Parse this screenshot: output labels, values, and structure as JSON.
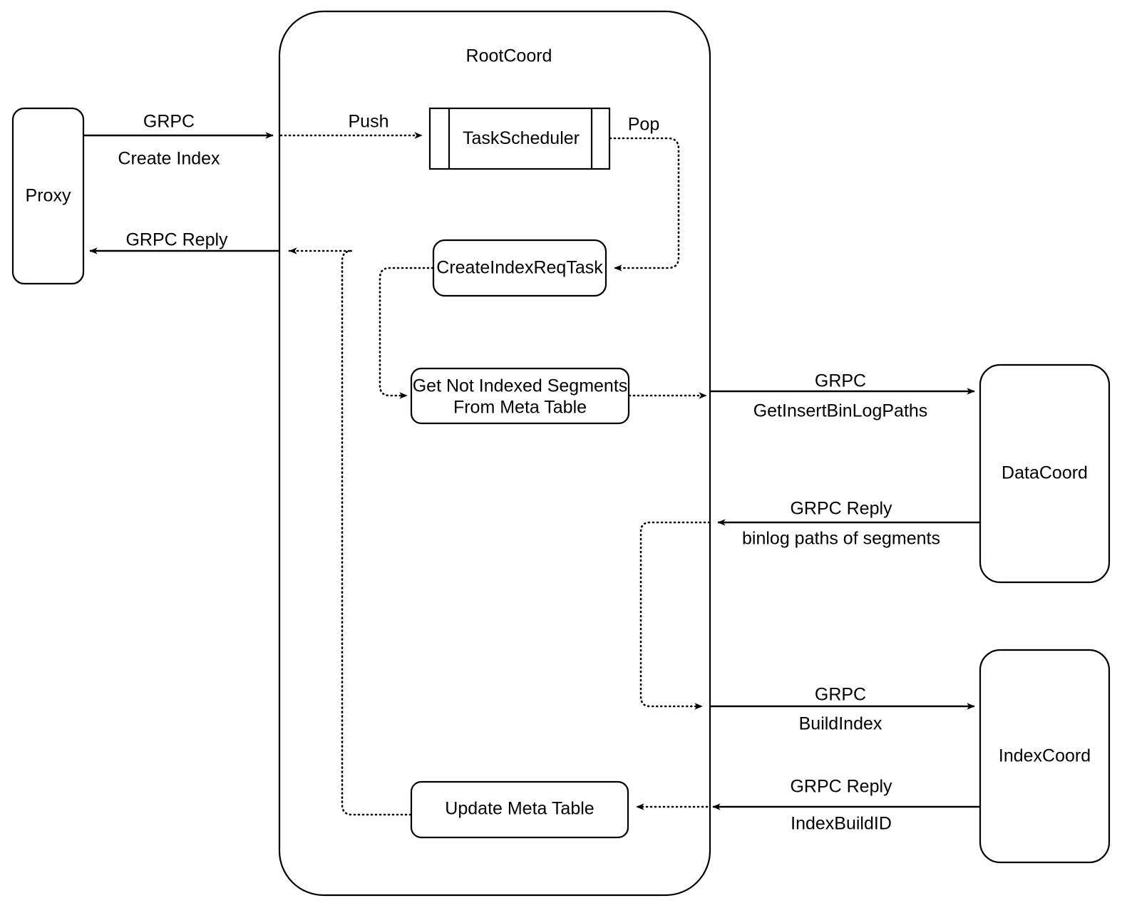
{
  "diagram": {
    "title": "Milvus CreateIndex Flow",
    "background": "#ffffff",
    "stroke_color": "#000000"
  },
  "containers": [
    {
      "id": "rootcoord",
      "label": "RootCoord"
    }
  ],
  "nodes": [
    {
      "id": "proxy",
      "label": "Proxy",
      "shape": "rounded-rect"
    },
    {
      "id": "taskscheduler",
      "label": "TaskScheduler",
      "shape": "queue"
    },
    {
      "id": "createindexreqtask",
      "label": "CreateIndexReqTask",
      "shape": "rounded-rect"
    },
    {
      "id": "getnotindexedsegments",
      "label": "Get Not Indexed Segments",
      "label_line2": "From Meta Table",
      "shape": "rounded-rect"
    },
    {
      "id": "updatemetatable",
      "label": "Update Meta Table",
      "shape": "rounded-rect"
    },
    {
      "id": "datacoord",
      "label": "DataCoord",
      "shape": "rounded-rect"
    },
    {
      "id": "indexcoord",
      "label": "IndexCoord",
      "shape": "rounded-rect"
    }
  ],
  "edges": [
    {
      "id": "proxy-to-rootcoord",
      "line": "solid",
      "label_top": "GRPC",
      "label_bottom": "Create Index"
    },
    {
      "id": "rootcoord-to-taskscheduler",
      "line": "dotted",
      "label_top": "Push"
    },
    {
      "id": "taskscheduler-to-createindexreqtask",
      "line": "dotted",
      "label_top": "Pop"
    },
    {
      "id": "createindexreqtask-to-getnotindexedsegments",
      "line": "dotted"
    },
    {
      "id": "getnotindexedsegments-to-datacoord",
      "line": "solid",
      "label_top": "GRPC",
      "label_bottom": "GetInsertBinLogPaths"
    },
    {
      "id": "datacoord-reply",
      "line": "solid",
      "label_top": "GRPC Reply",
      "label_bottom": "binlog paths of segments"
    },
    {
      "id": "rootcoord-to-indexcoord",
      "line": "solid",
      "label_top": "GRPC",
      "label_bottom": "BuildIndex"
    },
    {
      "id": "indexcoord-reply",
      "line": "solid",
      "label_top": "GRPC Reply",
      "label_bottom": "IndexBuildID"
    },
    {
      "id": "indexcoord-to-updatemetatable",
      "line": "dotted"
    },
    {
      "id": "updatemetatable-to-proxy",
      "line": "dotted"
    },
    {
      "id": "rootcoord-to-proxy",
      "line": "solid",
      "label_top": "GRPC Reply"
    }
  ],
  "labels": {
    "rootcoord": "RootCoord",
    "proxy": "Proxy",
    "taskscheduler": "TaskScheduler",
    "createindexreqtask": "CreateIndexReqTask",
    "getnotindexed_l1": "Get Not Indexed Segments",
    "getnotindexed_l2": "From Meta Table",
    "updatemetatable": "Update Meta Table",
    "datacoord": "DataCoord",
    "indexcoord": "IndexCoord",
    "grpc_1": "GRPC",
    "create_index": "Create Index",
    "grpc_reply_proxy": "GRPC Reply",
    "push": "Push",
    "pop": "Pop",
    "grpc_2": "GRPC",
    "get_insert_binlog_paths": "GetInsertBinLogPaths",
    "grpc_reply_data": "GRPC Reply",
    "binlog_paths_of_segments": "binlog paths of segments",
    "grpc_3": "GRPC",
    "build_index": "BuildIndex",
    "grpc_reply_index": "GRPC Reply",
    "index_build_id": "IndexBuildID"
  }
}
